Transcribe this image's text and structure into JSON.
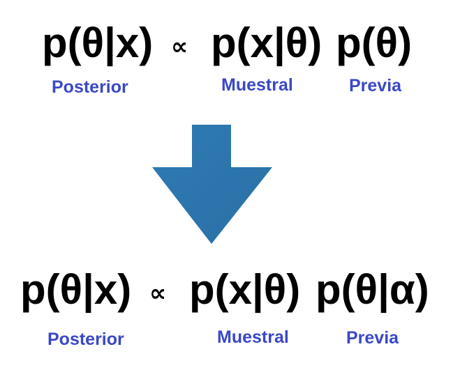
{
  "colors": {
    "formula_text": "#000000",
    "label_text": "#3a48c6",
    "arrow_fill": "#2e78b0",
    "arrow_shade": "#3c86be"
  },
  "top_equation": {
    "posterior": "p(θ|x)",
    "proportional": "∝",
    "likelihood": "p(x|θ)",
    "prior": "p(θ)",
    "labels": {
      "posterior": "Posterior",
      "likelihood": "Muestral",
      "prior": "Previa"
    }
  },
  "arrow": {
    "icon": "down-arrow-icon"
  },
  "bottom_equation": {
    "posterior": "p(θ|x)",
    "proportional": "∝",
    "likelihood": "p(x|θ)",
    "prior": "p(θ|α)",
    "labels": {
      "posterior": "Posterior",
      "likelihood": "Muestral",
      "prior": "Previa"
    }
  }
}
